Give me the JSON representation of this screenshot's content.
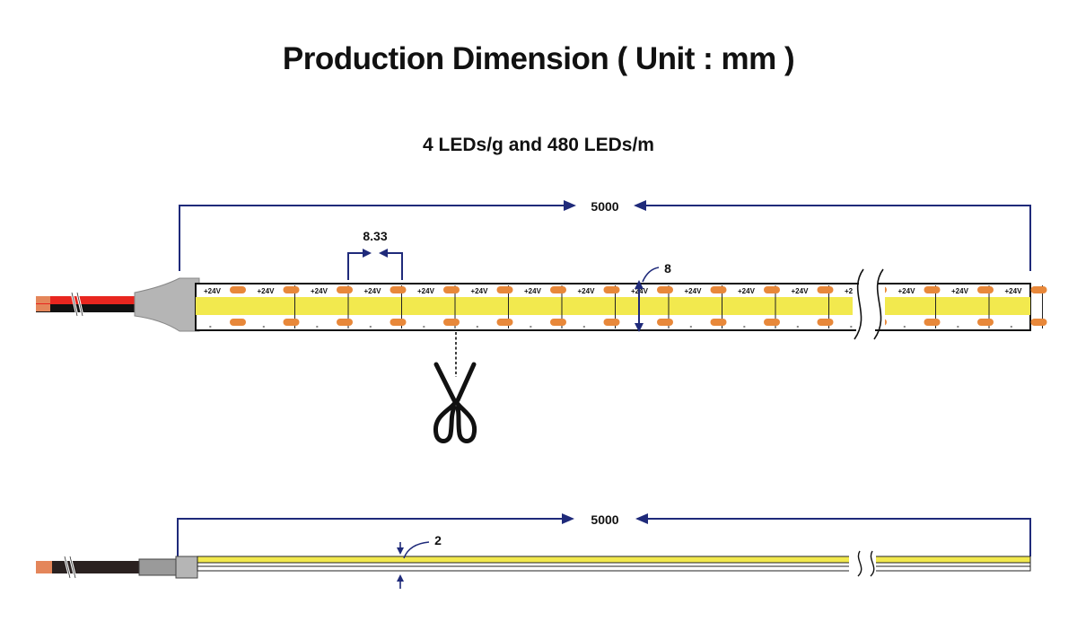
{
  "title": "Production Dimension ( Unit : mm )",
  "subtitle": "4 LEDs/g and 480 LEDs/m",
  "top_strip": {
    "length_label": "5000",
    "pitch_label": "8.33",
    "width_label": "8",
    "segment_label": "+24V",
    "minus_label": "-"
  },
  "side_strip": {
    "length_label": "5000",
    "thickness_label": "2"
  },
  "colors": {
    "dimension": "#1f2a7a",
    "led_yellow": "#f2e94e",
    "chip_orange": "#e8883a",
    "wire_red": "#e8261f",
    "wire_black": "#111111",
    "copper": "#e4865a",
    "connector_grey": "#b5b5b5"
  },
  "icons": [
    "scissors-icon"
  ]
}
